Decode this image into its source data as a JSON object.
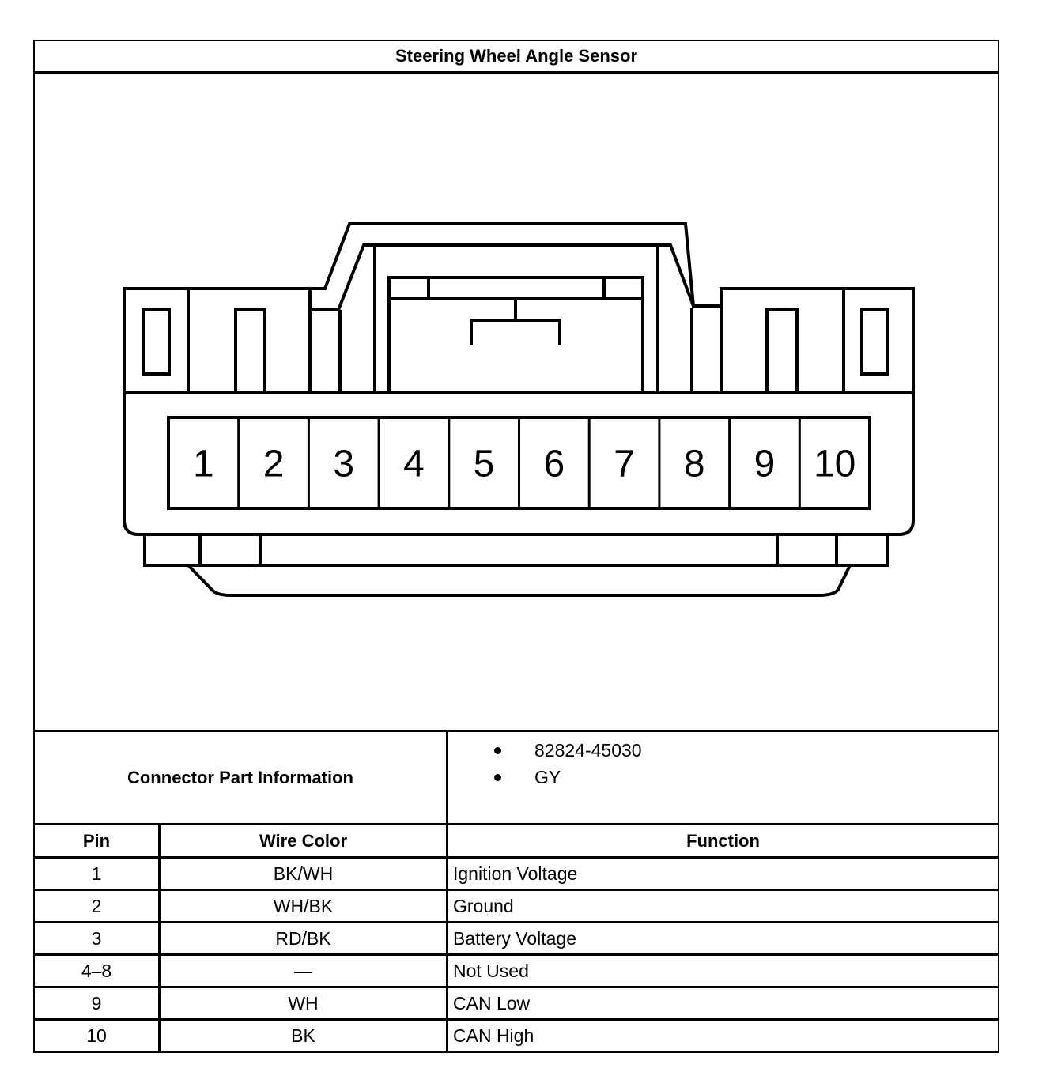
{
  "title": "Steering Wheel Angle Sensor",
  "connector": {
    "pin_labels": [
      "1",
      "2",
      "3",
      "4",
      "5",
      "6",
      "7",
      "8",
      "9",
      "10"
    ]
  },
  "part_info": {
    "label": "Connector Part Information",
    "items": [
      "82824-45030",
      "GY"
    ]
  },
  "table": {
    "headers": {
      "pin": "Pin",
      "wire_color": "Wire Color",
      "function": "Function"
    },
    "rows": [
      {
        "pin": "1",
        "wire_color": "BK/WH",
        "function": "Ignition Voltage"
      },
      {
        "pin": "2",
        "wire_color": "WH/BK",
        "function": "Ground"
      },
      {
        "pin": "3",
        "wire_color": "RD/BK",
        "function": "Battery Voltage"
      },
      {
        "pin": "4–8",
        "wire_color": "—",
        "function": "Not Used"
      },
      {
        "pin": "9",
        "wire_color": "WH",
        "function": "CAN Low"
      },
      {
        "pin": "10",
        "wire_color": "BK",
        "function": "CAN High"
      }
    ]
  }
}
